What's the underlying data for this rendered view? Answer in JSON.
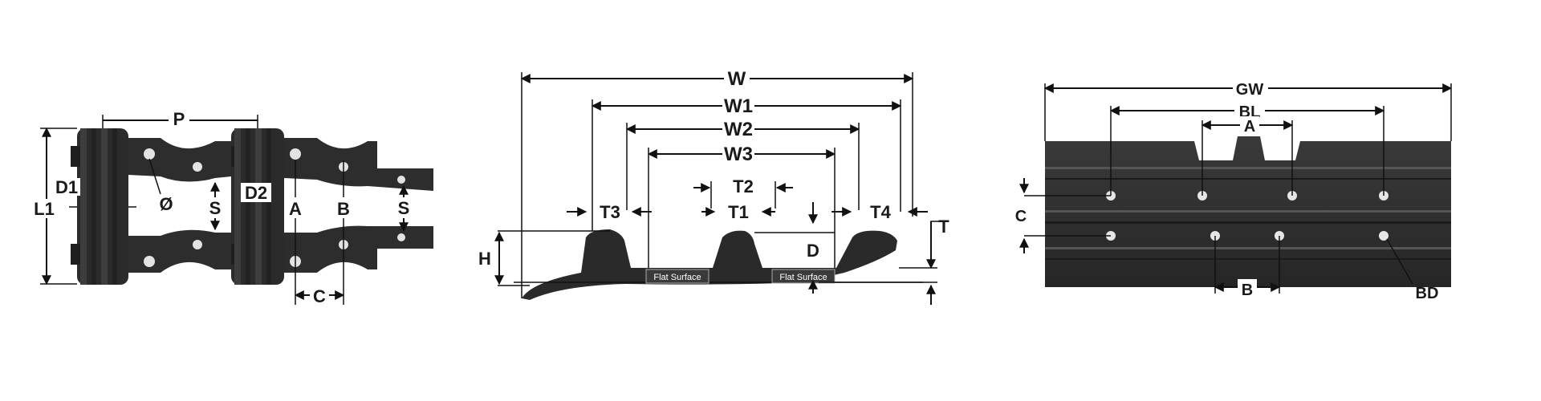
{
  "chain_diagram": {
    "labels": {
      "p": "P",
      "l1": "L1",
      "d1": "D1",
      "d2": "D2",
      "phi": "Ø",
      "s_left": "S",
      "a": "A",
      "b": "B",
      "s_right": "S",
      "c": "C"
    }
  },
  "shoe_profile": {
    "labels": {
      "w": "W",
      "w1": "W1",
      "w2": "W2",
      "w3": "W3",
      "t2": "T2",
      "t3": "T3",
      "t1": "T1",
      "t4": "T4",
      "t": "T",
      "h": "H",
      "d": "D"
    },
    "flat_surface_left": "Flat Surface",
    "flat_surface_right": "Flat Surface"
  },
  "shoe_plate": {
    "labels": {
      "gw": "GW",
      "bl": "BL",
      "a": "A",
      "c": "C",
      "b": "B",
      "bd": "BD"
    }
  },
  "colors": {
    "steel": "#2f2f2f",
    "steel_dark": "#1c1c1c",
    "steel_light": "#4a4a4a",
    "hole": "#e6e6e6",
    "line": "#111111"
  }
}
